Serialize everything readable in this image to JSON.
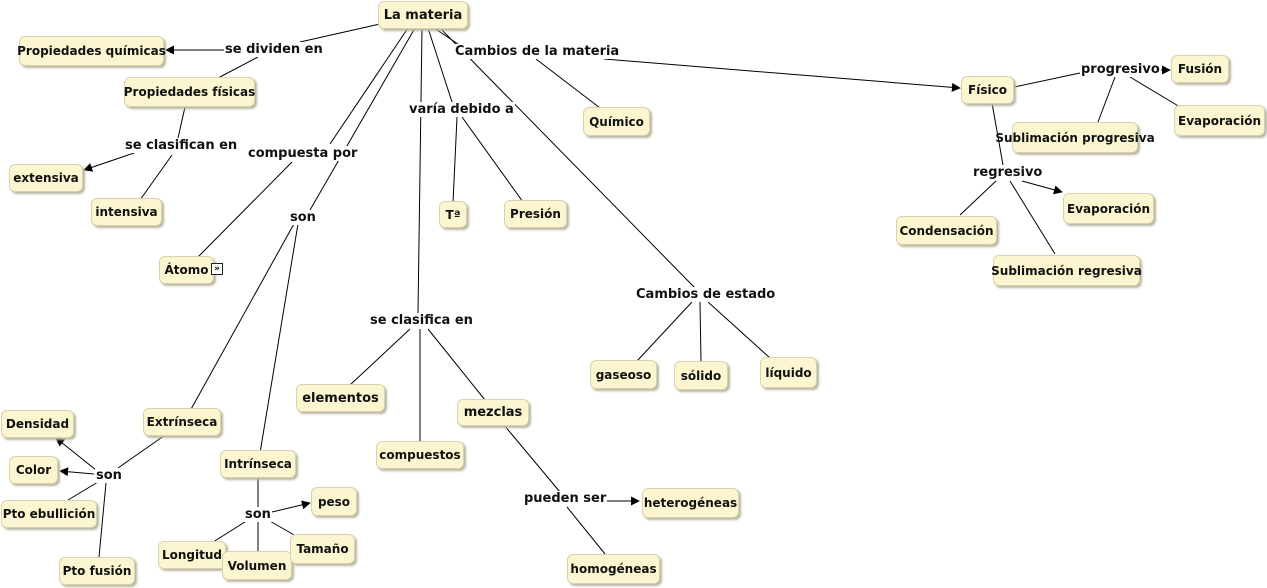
{
  "concepts": {
    "materia": "La materia",
    "prop_quimicas": "Propiedades químicas",
    "prop_fisicas": "Propiedades físicas",
    "extensiva": "extensiva",
    "intensiva": "intensiva",
    "atomo": "Átomo",
    "ta": "Tª",
    "presion": "Presión",
    "quimico": "Químico",
    "fisico": "Físico",
    "fusion": "Fusión",
    "evaporacion_1": "Evaporación",
    "sub_progresiva": "Sublimación progresiva",
    "evaporacion_2": "Evaporación",
    "condensacion": "Condensación",
    "sub_regresiva": "Sublimación regresiva",
    "gaseoso": "gaseoso",
    "solido": "sólido",
    "liquido": "líquido",
    "elementos": "elementos",
    "compuestos": "compuestos",
    "mezclas": "mezclas",
    "heterogeneas": "heterogéneas",
    "homogeneas": "homogéneas",
    "extrinseca": "Extrínseca",
    "intrinseca": "Intrínseca",
    "densidad": "Densidad",
    "color": "Color",
    "pto_ebullicion": "Pto ebullición",
    "pto_fusion": "Pto fusión",
    "peso": "peso",
    "longitud": "Longitud",
    "volumen": "Volumen",
    "tamano": "Tamaño"
  },
  "linking_phrases": {
    "se_dividen_en": "se dividen en",
    "se_clasifican_en": "se clasifican en",
    "compuesta_por": "compuesta por",
    "varia_debido_a": "varía debido a",
    "cambios_materia": "Cambios de la materia",
    "son_1": "son",
    "progresivo": "progresivo",
    "regresivo": "regresivo",
    "cambios_estado": "Cambios de estado",
    "se_clasifica_en": "se clasifica en",
    "pueden_ser": "pueden ser",
    "son_2": "son",
    "son_3": "son"
  },
  "colors": {
    "node_fill": "#fbf6cf",
    "node_border": "#d8d3ad",
    "line": "#000000"
  },
  "icons": {
    "expand": "double-chevron-right-icon"
  }
}
